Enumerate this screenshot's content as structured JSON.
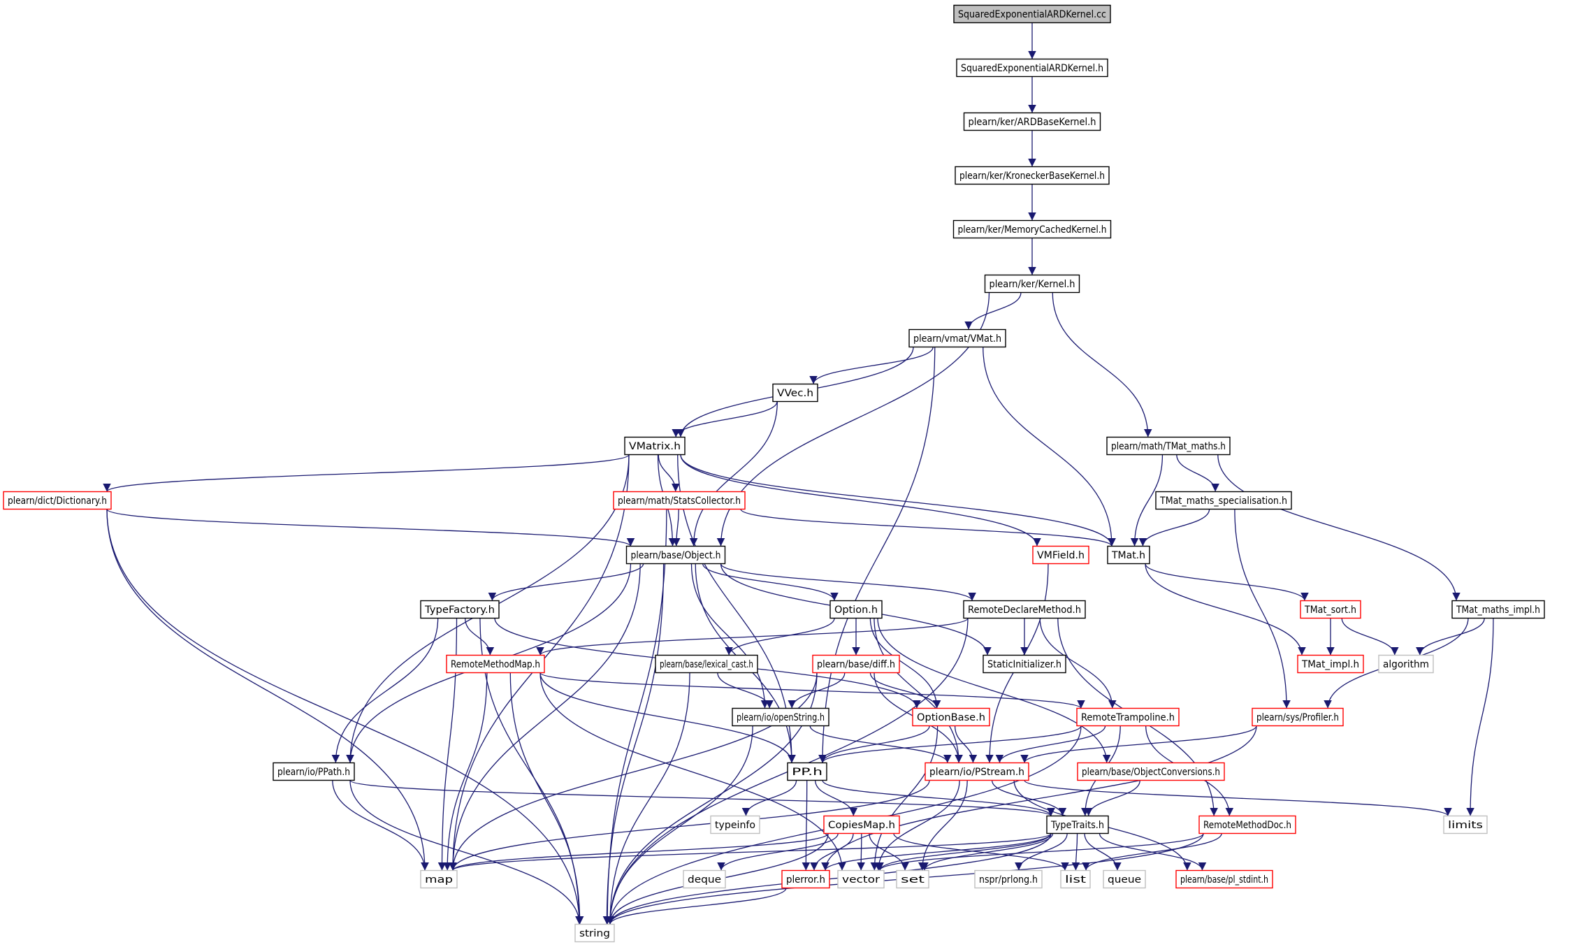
{
  "colors": {
    "edge": "#191970",
    "documented_border": "#000000",
    "incomplete_border": "#ff0000",
    "external_border": "#bfbfbf",
    "root_fill": "#bfbfbf",
    "text": "#000000"
  },
  "nodes": [
    {
      "id": "n0",
      "label": "SquaredExponentialARDKernel.cc",
      "kind": "root"
    },
    {
      "id": "n1",
      "label": "SquaredExponentialARDKernel.h",
      "kind": "doc"
    },
    {
      "id": "n2",
      "label": "plearn/ker/ARDBaseKernel.h",
      "kind": "doc"
    },
    {
      "id": "n3",
      "label": "plearn/ker/KroneckerBaseKernel.h",
      "kind": "doc"
    },
    {
      "id": "n4",
      "label": "plearn/ker/MemoryCachedKernel.h",
      "kind": "doc"
    },
    {
      "id": "n5",
      "label": "plearn/ker/Kernel.h",
      "kind": "doc"
    },
    {
      "id": "n6",
      "label": "plearn/vmat/VMat.h",
      "kind": "doc"
    },
    {
      "id": "n7",
      "label": "VVec.h",
      "kind": "doc"
    },
    {
      "id": "n8",
      "label": "VMatrix.h",
      "kind": "doc"
    },
    {
      "id": "n9",
      "label": "plearn/math/TMat_maths.h",
      "kind": "doc"
    },
    {
      "id": "n10",
      "label": "TMat_maths_specialisation.h",
      "kind": "doc"
    },
    {
      "id": "n11",
      "label": "plearn/dict/Dictionary.h",
      "kind": "red"
    },
    {
      "id": "n12",
      "label": "plearn/math/StatsCollector.h",
      "kind": "red"
    },
    {
      "id": "n13",
      "label": "plearn/base/Object.h",
      "kind": "doc"
    },
    {
      "id": "n14",
      "label": "VMField.h",
      "kind": "red"
    },
    {
      "id": "n15",
      "label": "TMat.h",
      "kind": "doc"
    },
    {
      "id": "n16",
      "label": "TypeFactory.h",
      "kind": "doc"
    },
    {
      "id": "n17",
      "label": "Option.h",
      "kind": "doc"
    },
    {
      "id": "n18",
      "label": "RemoteDeclareMethod.h",
      "kind": "doc"
    },
    {
      "id": "n19",
      "label": "TMat_sort.h",
      "kind": "red"
    },
    {
      "id": "n20",
      "label": "TMat_maths_impl.h",
      "kind": "doc"
    },
    {
      "id": "n21",
      "label": "RemoteMethodMap.h",
      "kind": "red"
    },
    {
      "id": "n22",
      "label": "plearn/base/lexical_cast.h",
      "kind": "doc"
    },
    {
      "id": "n23",
      "label": "plearn/base/diff.h",
      "kind": "red"
    },
    {
      "id": "n24",
      "label": "StaticInitializer.h",
      "kind": "doc"
    },
    {
      "id": "n25",
      "label": "TMat_impl.h",
      "kind": "red"
    },
    {
      "id": "n26",
      "label": "algorithm",
      "kind": "ext"
    },
    {
      "id": "n27",
      "label": "plearn/io/openString.h",
      "kind": "doc"
    },
    {
      "id": "n28",
      "label": "OptionBase.h",
      "kind": "red"
    },
    {
      "id": "n29",
      "label": "RemoteTrampoline.h",
      "kind": "red"
    },
    {
      "id": "n30",
      "label": "plearn/sys/Profiler.h",
      "kind": "red"
    },
    {
      "id": "n31",
      "label": "plearn/io/PPath.h",
      "kind": "doc"
    },
    {
      "id": "n32",
      "label": "PP.h",
      "kind": "doc"
    },
    {
      "id": "n33",
      "label": "plearn/io/PStream.h",
      "kind": "red"
    },
    {
      "id": "n34",
      "label": "plearn/base/ObjectConversions.h",
      "kind": "red"
    },
    {
      "id": "n35",
      "label": "typeinfo",
      "kind": "ext"
    },
    {
      "id": "n36",
      "label": "CopiesMap.h",
      "kind": "red"
    },
    {
      "id": "n37",
      "label": "TypeTraits.h",
      "kind": "doc"
    },
    {
      "id": "n38",
      "label": "RemoteMethodDoc.h",
      "kind": "red"
    },
    {
      "id": "n39",
      "label": "limits",
      "kind": "ext"
    },
    {
      "id": "n40",
      "label": "map",
      "kind": "ext"
    },
    {
      "id": "n41",
      "label": "deque",
      "kind": "ext"
    },
    {
      "id": "n42",
      "label": "plerror.h",
      "kind": "red"
    },
    {
      "id": "n43",
      "label": "vector",
      "kind": "ext"
    },
    {
      "id": "n44",
      "label": "set",
      "kind": "ext"
    },
    {
      "id": "n45",
      "label": "nspr/prlong.h",
      "kind": "ext"
    },
    {
      "id": "n46",
      "label": "list",
      "kind": "ext"
    },
    {
      "id": "n47",
      "label": "queue",
      "kind": "ext"
    },
    {
      "id": "n48",
      "label": "plearn/base/pl_stdint.h",
      "kind": "red"
    },
    {
      "id": "n49",
      "label": "string",
      "kind": "ext"
    }
  ],
  "edges": [
    [
      "n0",
      "n1"
    ],
    [
      "n1",
      "n2"
    ],
    [
      "n2",
      "n3"
    ],
    [
      "n3",
      "n4"
    ],
    [
      "n4",
      "n5"
    ],
    [
      "n5",
      "n6"
    ],
    [
      "n5",
      "n13"
    ],
    [
      "n5",
      "n9"
    ],
    [
      "n6",
      "n7"
    ],
    [
      "n6",
      "n8"
    ],
    [
      "n6",
      "n15"
    ],
    [
      "n6",
      "n32"
    ],
    [
      "n7",
      "n8"
    ],
    [
      "n7",
      "n13"
    ],
    [
      "n8",
      "n11"
    ],
    [
      "n8",
      "n12"
    ],
    [
      "n8",
      "n13"
    ],
    [
      "n8",
      "n14"
    ],
    [
      "n8",
      "n15"
    ],
    [
      "n8",
      "n40"
    ],
    [
      "n8",
      "n31"
    ],
    [
      "n8",
      "n32"
    ],
    [
      "n9",
      "n10"
    ],
    [
      "n9",
      "n15"
    ],
    [
      "n9",
      "n20"
    ],
    [
      "n10",
      "n15"
    ],
    [
      "n10",
      "n30"
    ],
    [
      "n11",
      "n13"
    ],
    [
      "n11",
      "n40"
    ],
    [
      "n11",
      "n49"
    ],
    [
      "n12",
      "n13"
    ],
    [
      "n12",
      "n15"
    ],
    [
      "n12",
      "n49"
    ],
    [
      "n13",
      "n16"
    ],
    [
      "n13",
      "n17"
    ],
    [
      "n13",
      "n18"
    ],
    [
      "n13",
      "n24"
    ],
    [
      "n13",
      "n27"
    ],
    [
      "n13",
      "n32"
    ],
    [
      "n13",
      "n31"
    ],
    [
      "n13",
      "n40"
    ],
    [
      "n13",
      "n49"
    ],
    [
      "n14",
      "n33"
    ],
    [
      "n15",
      "n19"
    ],
    [
      "n15",
      "n25"
    ],
    [
      "n16",
      "n21"
    ],
    [
      "n16",
      "n28"
    ],
    [
      "n16",
      "n31"
    ],
    [
      "n16",
      "n40"
    ],
    [
      "n16",
      "n49"
    ],
    [
      "n17",
      "n22"
    ],
    [
      "n17",
      "n23"
    ],
    [
      "n17",
      "n28"
    ],
    [
      "n17",
      "n34"
    ],
    [
      "n17",
      "n33"
    ],
    [
      "n18",
      "n21"
    ],
    [
      "n18",
      "n24"
    ],
    [
      "n18",
      "n29"
    ],
    [
      "n18",
      "n38"
    ],
    [
      "n18",
      "n49"
    ],
    [
      "n19",
      "n25"
    ],
    [
      "n19",
      "n26"
    ],
    [
      "n20",
      "n26"
    ],
    [
      "n20",
      "n30"
    ],
    [
      "n20",
      "n39"
    ],
    [
      "n21",
      "n29"
    ],
    [
      "n21",
      "n32"
    ],
    [
      "n21",
      "n40"
    ],
    [
      "n21",
      "n43"
    ],
    [
      "n21",
      "n49"
    ],
    [
      "n22",
      "n27"
    ],
    [
      "n22",
      "n49"
    ],
    [
      "n23",
      "n27"
    ],
    [
      "n23",
      "n28"
    ],
    [
      "n23",
      "n33"
    ],
    [
      "n23",
      "n40"
    ],
    [
      "n23",
      "n49"
    ],
    [
      "n27",
      "n33"
    ],
    [
      "n27",
      "n49"
    ],
    [
      "n28",
      "n32"
    ],
    [
      "n28",
      "n33"
    ],
    [
      "n28",
      "n43"
    ],
    [
      "n29",
      "n32"
    ],
    [
      "n29",
      "n33"
    ],
    [
      "n29",
      "n37"
    ],
    [
      "n29",
      "n38"
    ],
    [
      "n29",
      "n49"
    ],
    [
      "n30",
      "n33"
    ],
    [
      "n30",
      "n42"
    ],
    [
      "n31",
      "n37"
    ],
    [
      "n31",
      "n40"
    ],
    [
      "n31",
      "n49"
    ],
    [
      "n32",
      "n35"
    ],
    [
      "n32",
      "n36"
    ],
    [
      "n32",
      "n37"
    ],
    [
      "n32",
      "n42"
    ],
    [
      "n33",
      "n37"
    ],
    [
      "n33",
      "n39"
    ],
    [
      "n33",
      "n40"
    ],
    [
      "n33",
      "n43"
    ],
    [
      "n33",
      "n44"
    ],
    [
      "n33",
      "n48"
    ],
    [
      "n34",
      "n37"
    ],
    [
      "n36",
      "n40"
    ],
    [
      "n36",
      "n41"
    ],
    [
      "n36",
      "n42"
    ],
    [
      "n36",
      "n43"
    ],
    [
      "n36",
      "n44"
    ],
    [
      "n36",
      "n46"
    ],
    [
      "n36",
      "n49"
    ],
    [
      "n37",
      "n40"
    ],
    [
      "n37",
      "n43"
    ],
    [
      "n37",
      "n44"
    ],
    [
      "n37",
      "n45"
    ],
    [
      "n37",
      "n46"
    ],
    [
      "n37",
      "n47"
    ],
    [
      "n37",
      "n48"
    ],
    [
      "n37",
      "n49"
    ],
    [
      "n37",
      "n42"
    ],
    [
      "n38",
      "n43"
    ],
    [
      "n38",
      "n46"
    ],
    [
      "n38",
      "n49"
    ],
    [
      "n42",
      "n49"
    ]
  ]
}
